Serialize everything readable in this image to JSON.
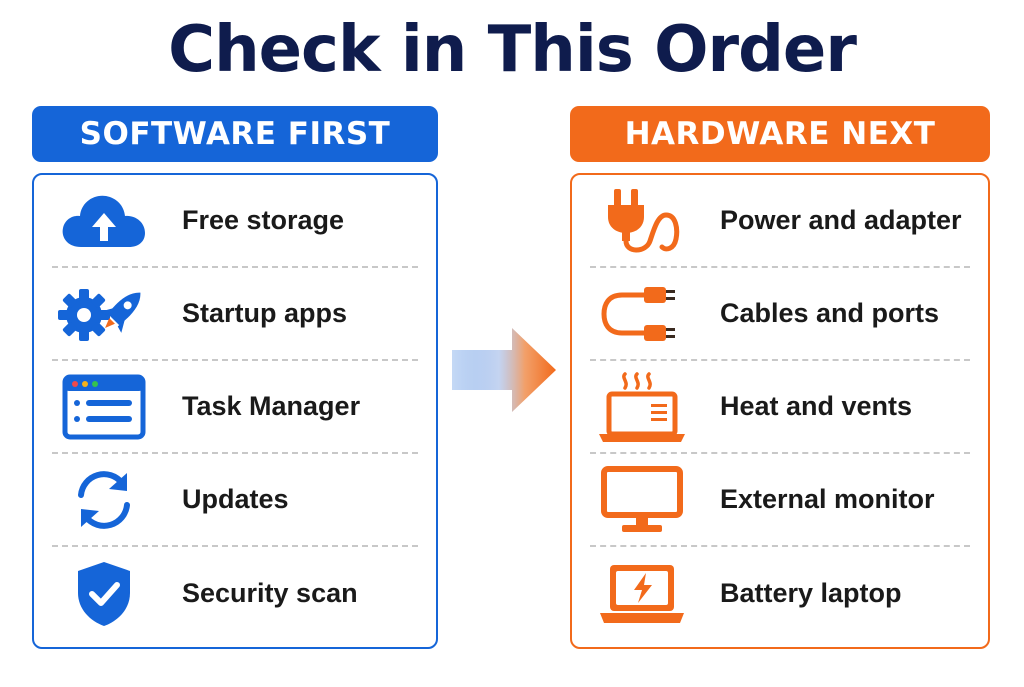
{
  "title": "Check in This Order",
  "colors": {
    "title": "#0f1c4d",
    "software": "#1565d8",
    "hardware": "#f26a1b"
  },
  "software": {
    "header": "SOFTWARE FIRST",
    "items": [
      {
        "label": "Free storage",
        "icon": "cloud-upload-icon"
      },
      {
        "label": "Startup apps",
        "icon": "gear-rocket-icon"
      },
      {
        "label": "Task Manager",
        "icon": "task-window-icon"
      },
      {
        "label": "Updates",
        "icon": "refresh-icon"
      },
      {
        "label": "Security scan",
        "icon": "shield-check-icon"
      }
    ]
  },
  "hardware": {
    "header": "HARDWARE NEXT",
    "items": [
      {
        "label": "Power and adapter",
        "icon": "plug-icon"
      },
      {
        "label": "Cables and ports",
        "icon": "cable-icon"
      },
      {
        "label": "Heat and vents",
        "icon": "hot-laptop-icon"
      },
      {
        "label": "External monitor",
        "icon": "monitor-icon"
      },
      {
        "label": "Battery laptop",
        "icon": "battery-laptop-icon"
      }
    ]
  }
}
